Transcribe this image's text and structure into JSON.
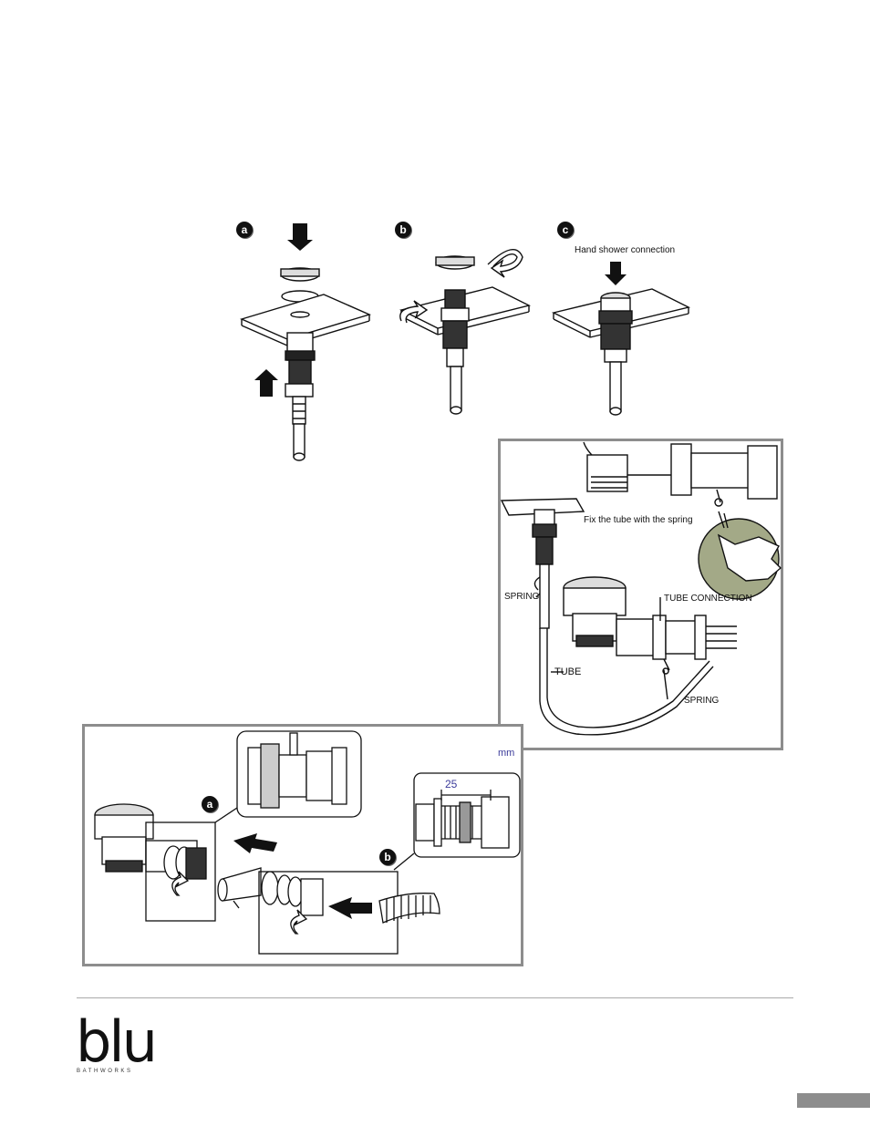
{
  "top_steps": {
    "a": "a",
    "b": "b",
    "c": "c",
    "c_caption": "Hand shower connection"
  },
  "tube_panel": {
    "fix_note": "Fix the tube with the spring",
    "spring_left": "SPRING",
    "tube_connection": "TUBE CONNECTION",
    "tube": "TUBE",
    "spring_right": "SPRING"
  },
  "bottom_panel": {
    "unit": "mm",
    "a": "a",
    "b": "b",
    "dimension": "25"
  },
  "footer": {
    "brand": "blu",
    "brand_sub": "BATHWORKS"
  },
  "colors": {
    "frame": "#8d8d8d",
    "hand_circle": "#a3a987",
    "dimension_blue": "#3b3b9a"
  }
}
